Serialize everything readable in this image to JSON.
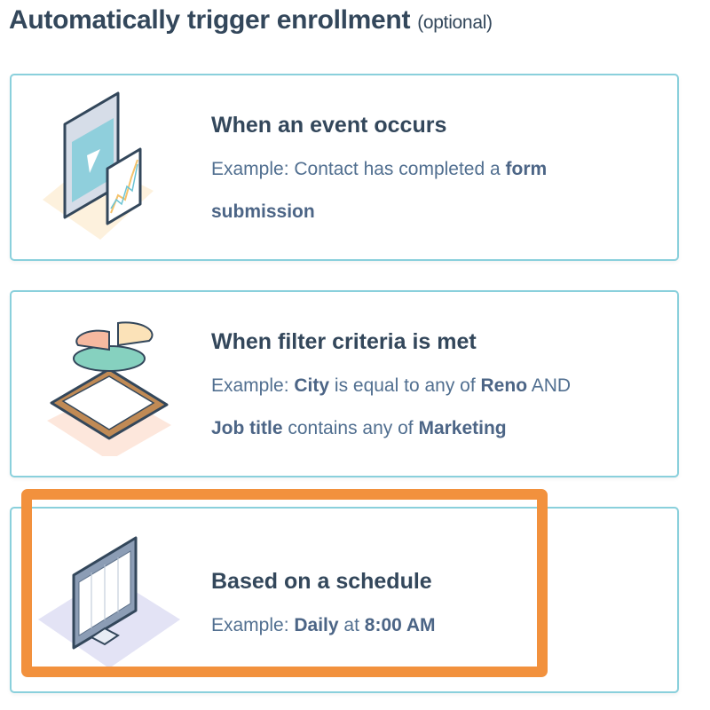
{
  "header": {
    "title": "Automatically trigger enrollment",
    "optional": "(optional)"
  },
  "options": [
    {
      "title": "When an event occurs",
      "example_prefix": "Example: Contact has completed a ",
      "bold1": "form submission",
      "icon": "video-analytics-illustration"
    },
    {
      "title": "When filter criteria is met",
      "example_prefix": "Example: ",
      "bold1": "City",
      "mid1": " is equal to any of ",
      "bold2": "Reno",
      "mid2": " AND ",
      "bold3": "Job title",
      "mid3": " contains any of ",
      "bold4": "Marketing",
      "icon": "pie-chart-clipboard-illustration"
    },
    {
      "title": "Based on a schedule",
      "example_prefix": "Example: ",
      "bold1": "Daily",
      "mid1": " at ",
      "bold2": "8:00 AM",
      "icon": "calendar-monitor-illustration"
    }
  ],
  "colors": {
    "card_border": "#8ad0dc",
    "highlight": "#f2913d",
    "heading": "#33475b",
    "body": "#516f90"
  }
}
